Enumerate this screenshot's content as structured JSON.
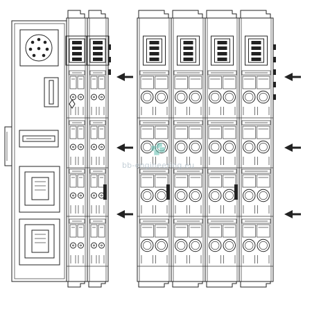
{
  "watermark": {
    "text": "bb-engineering.eu",
    "color": "#b9c6cf",
    "accent": "#5fbfb0"
  },
  "diagram": {
    "controller": {
      "connectors": [
        "round-8-pin-connector",
        "sd-card-slot",
        "usb-port",
        "rj45-port-1",
        "rj45-port-2"
      ]
    },
    "arrows": {
      "count": 6,
      "direction": "left"
    },
    "left_group_modules": 2,
    "right_group_modules": 4,
    "terminal_rows": 4
  }
}
